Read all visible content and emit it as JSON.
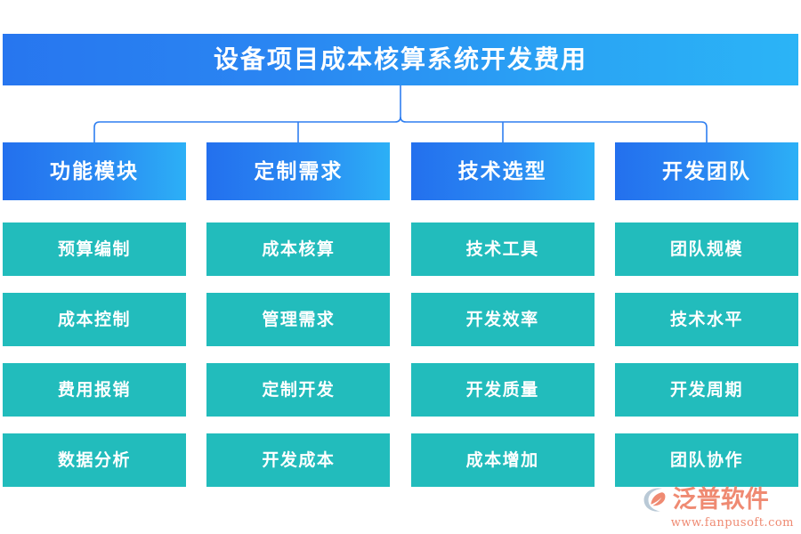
{
  "diagram": {
    "title": "设备项目成本核算系统开发费用",
    "colors": {
      "title_gradient_start": "#2776ef",
      "title_gradient_end": "#2bb4f6",
      "header_gradient_start": "#2370ee",
      "header_gradient_end": "#2cb0f6",
      "item_fill": "#22bcbc",
      "connector_line": "#2f7ff0",
      "logo_color": "#ef8a72",
      "text_color": "#ffffff",
      "background": "#ffffff"
    },
    "columns": [
      {
        "header": "功能模块",
        "items": [
          "预算编制",
          "成本控制",
          "费用报销",
          "数据分析"
        ]
      },
      {
        "header": "定制需求",
        "items": [
          "成本核算",
          "管理需求",
          "定制开发",
          "开发成本"
        ]
      },
      {
        "header": "技术选型",
        "items": [
          "技术工具",
          "开发效率",
          "开发质量",
          "成本增加"
        ]
      },
      {
        "header": "开发团队",
        "items": [
          "团队规模",
          "技术水平",
          "开发周期",
          "团队协作"
        ]
      }
    ]
  },
  "logo": {
    "mark": "fanpu-swoosh-icon",
    "name": "泛普软件",
    "url": "www.fanpusoft.com"
  }
}
